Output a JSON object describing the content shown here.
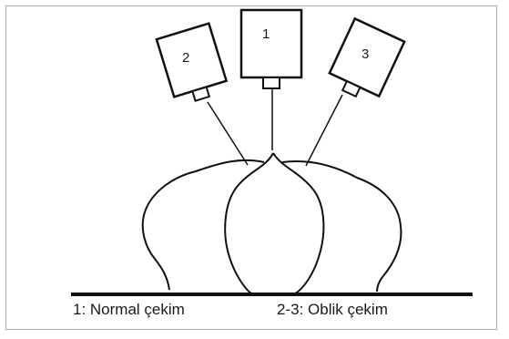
{
  "cameras": {
    "center": "1",
    "left": "2",
    "right": "3"
  },
  "captions": {
    "normal": "1: Normal çekim",
    "oblique": "2-3: Oblik çekim"
  }
}
